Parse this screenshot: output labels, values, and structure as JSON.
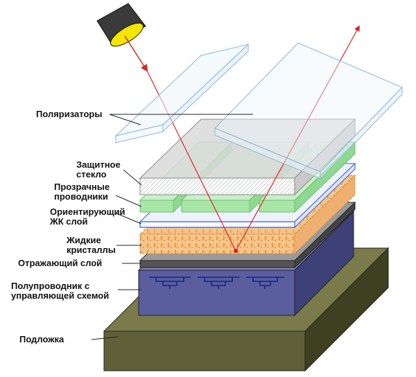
{
  "labels": {
    "polarizers": "Поляризаторы",
    "protective_glass": "Защитное\nстекло",
    "transparent_conductors": "Прозрачные\nпроводники",
    "alignment_layer": "Ориентирующий\nЖК слой",
    "liquid_crystals": "Жидкие\nкристаллы",
    "reflective_layer": "Отражающий слой",
    "semiconductor": "Полупроводник с\nуправляющей схемой",
    "substrate": "Подложка"
  },
  "colors": {
    "substrate_top": "#7a7a4a",
    "substrate_front": "#606038",
    "substrate_side": "#3f4022",
    "semiconductor_front": "#5a5e9e",
    "semiconductor_top": "#7a7eb8",
    "semiconductor_side": "#3e4178",
    "circuit": "#1a237e",
    "reflective": "#555555",
    "liquid_crystal": "#f6c58a",
    "liquid_crystal_pattern": "#e58a2a",
    "conductor": "#a8e6a8",
    "alignment": "#3a5bd0",
    "glass": "#d9d9d9",
    "polarizer_edge": "#8ab6dd",
    "light_ray": "#e02020",
    "light_source": "#f5e600"
  }
}
